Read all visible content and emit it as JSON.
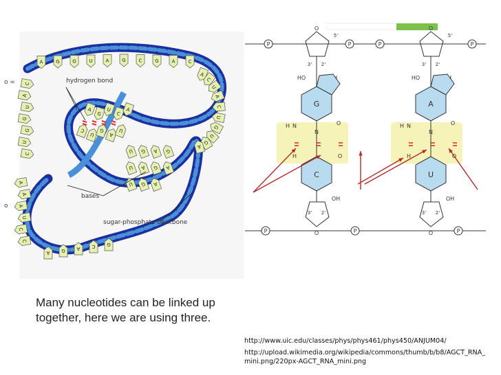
{
  "slide": {
    "caption": "Many nucleotides can be linked up together, here we are using three.",
    "source_urls": [
      "http://www.uic.edu/classes/phys/phys461/phys450/ANJUM04/",
      "http://upload.wikimedia.org/wikipedia/commons/thumb/b/b8/AGCT_RNA_ mini.png/220px-AGCT_RNA_mini.png"
    ]
  },
  "left_figure": {
    "labels": {
      "hydrogen_bond": "hydrogen bond",
      "bases": "bases",
      "backbone": "sugar-phosphate backbone"
    },
    "top_strand_bases": [
      "A",
      "G",
      "G",
      "U",
      "A",
      "G",
      "C",
      "G",
      "A",
      "C"
    ],
    "left_column_bases": [
      "C",
      "A",
      "U",
      "G",
      "G",
      "U",
      "C"
    ],
    "helix_upper_bases": [
      "A",
      "G",
      "U",
      "C",
      "A"
    ],
    "helix_lower_bases": [
      "C",
      "U",
      "G",
      "A",
      "U"
    ],
    "right_loop_bases": [
      "A",
      "C",
      "U",
      "A",
      "C",
      "U",
      "G",
      "U",
      "G",
      "A"
    ],
    "bottom_strand_bases": [
      "A",
      "G",
      "A",
      "C",
      "G"
    ],
    "lower_left_bases": [
      "A",
      "A",
      "A",
      "U",
      "C",
      "C"
    ],
    "inner_bases": [
      "U",
      "G",
      "A",
      "G",
      "U",
      "A",
      "G",
      "A",
      "U",
      "G",
      "A"
    ]
  },
  "right_figure": {
    "top_bases": [
      "G",
      "A"
    ],
    "bottom_bases": [
      "C",
      "U"
    ],
    "atoms": {
      "OH": "OH",
      "HO": "HO",
      "O": "O",
      "P": "P",
      "N": "N",
      "H": "H",
      "prime3": "3'",
      "prime2": "2'",
      "prime5": "5'"
    }
  },
  "colors": {
    "backbone_dark": "#1b2f9e",
    "backbone_light": "#4a90d9",
    "base_fill": "#e6f0b0",
    "hbond": "#e03030",
    "pair_highlight": "#f5f3b8",
    "ring_fill": "#b9dbef",
    "arrow": "#b22a2a",
    "green_tab": "#7cc14a"
  }
}
